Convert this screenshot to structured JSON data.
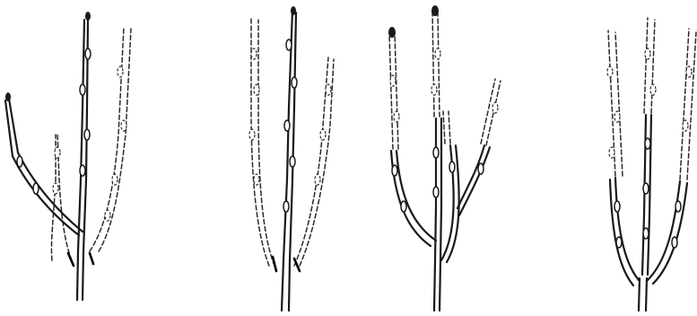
{
  "figure": {
    "panels": [
      {
        "id": "panel-1"
      },
      {
        "id": "panel-2"
      },
      {
        "id": "panel-3"
      },
      {
        "id": "panel-4"
      }
    ]
  }
}
